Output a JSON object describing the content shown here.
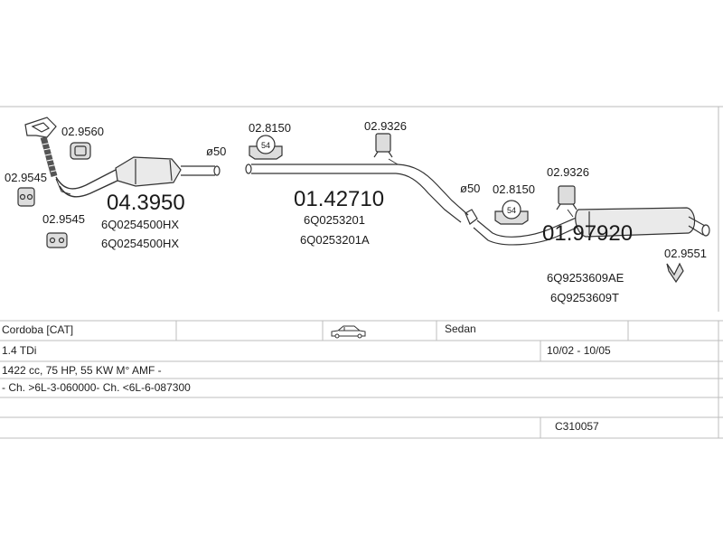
{
  "parts": {
    "clamp_a": "02.9560",
    "hanger_left_upper": "02.9545",
    "hanger_left_lower": "02.9545",
    "catalyst_ref": "04.3950",
    "catalyst_oem_1": "6Q0254500HX",
    "catalyst_oem_2": "6Q0254500HX",
    "diameter_1": "ø50",
    "clamp_mid": "02.8150",
    "clamp_mid_size": "54",
    "hanger_mid": "02.9326",
    "mid_pipe_ref": "01.42710",
    "mid_pipe_oem_1": "6Q0253201",
    "mid_pipe_oem_2": "6Q0253201A",
    "diameter_2": "ø50",
    "clamp_rear": "02.8150",
    "clamp_rear_size": "54",
    "hanger_rear": "02.9326",
    "rear_box_ref": "01.97920",
    "rear_box_oem_1": "6Q9253609AE",
    "rear_box_oem_2": "6Q9253609T",
    "tail_hanger": "02.9551"
  },
  "table": {
    "model": "Cordoba  [CAT]",
    "body": "Sedan",
    "engine": "1.4 TDi",
    "years": "10/02 - 10/05",
    "spec": "1422 cc, 75 HP, 55 KW M° AMF -",
    "chassis": "- Ch. >6L-3-060000- Ch. <6L-6-087300",
    "code": "C310057"
  },
  "icons": [
    "sedan-car-icon"
  ]
}
